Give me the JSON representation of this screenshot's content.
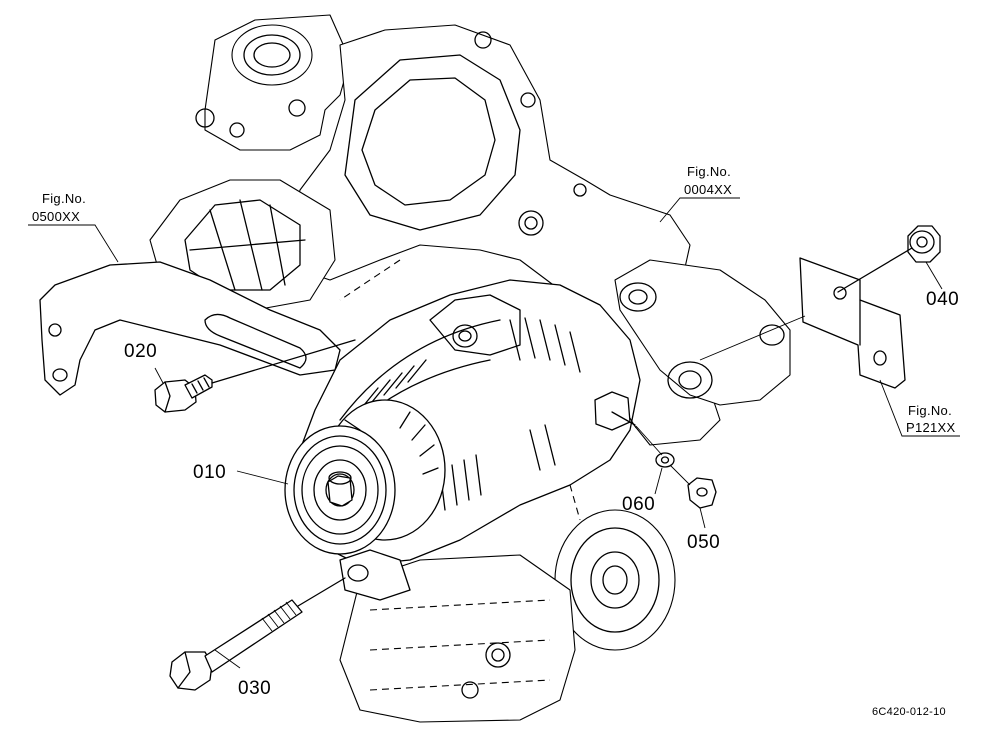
{
  "diagram": {
    "drawing_code": "6C420-012-10",
    "parts": [
      {
        "id": "p010",
        "label": "010"
      },
      {
        "id": "p020",
        "label": "020"
      },
      {
        "id": "p030",
        "label": "030"
      },
      {
        "id": "p040",
        "label": "040"
      },
      {
        "id": "p050",
        "label": "050"
      },
      {
        "id": "p060",
        "label": "060"
      }
    ],
    "fig_refs": [
      {
        "id": "f0500",
        "line1": "Fig.No.",
        "line2": "0500XX"
      },
      {
        "id": "f0004",
        "line1": "Fig.No.",
        "line2": "0004XX"
      },
      {
        "id": "fP121",
        "line1": "Fig.No.",
        "line2": "P121XX"
      }
    ]
  }
}
